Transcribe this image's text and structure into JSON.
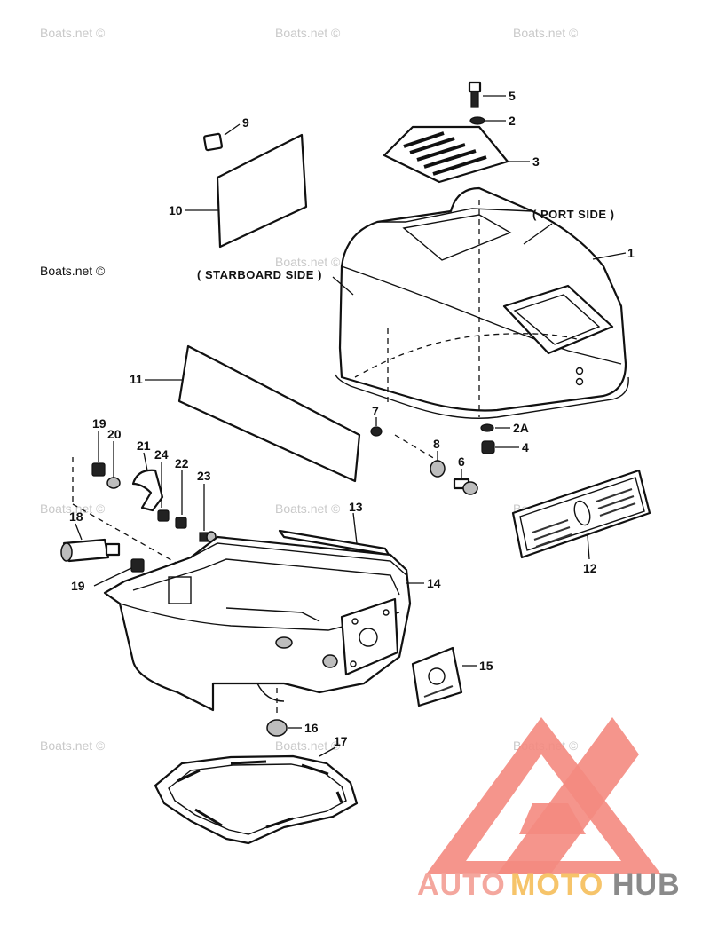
{
  "watermark": "Boats.net ©",
  "side_labels": {
    "port": "( PORT SIDE )",
    "starboard": "( STARBOARD SIDE )"
  },
  "callouts": [
    "5",
    "2",
    "3",
    "9",
    "10",
    "1",
    "11",
    "7",
    "2A",
    "4",
    "8",
    "6",
    "19",
    "20",
    "21",
    "24",
    "22",
    "23",
    "18",
    "13",
    "19",
    "14",
    "12",
    "15",
    "16",
    "17"
  ],
  "logo": {
    "part1": "AUTO",
    "part2": "MOTO",
    "part3": "HUB",
    "color_auto": "#f4a79e",
    "color_moto": "#f6c46a",
    "color_hub": "#8a8a8a",
    "color_mark": "#f4897f"
  }
}
